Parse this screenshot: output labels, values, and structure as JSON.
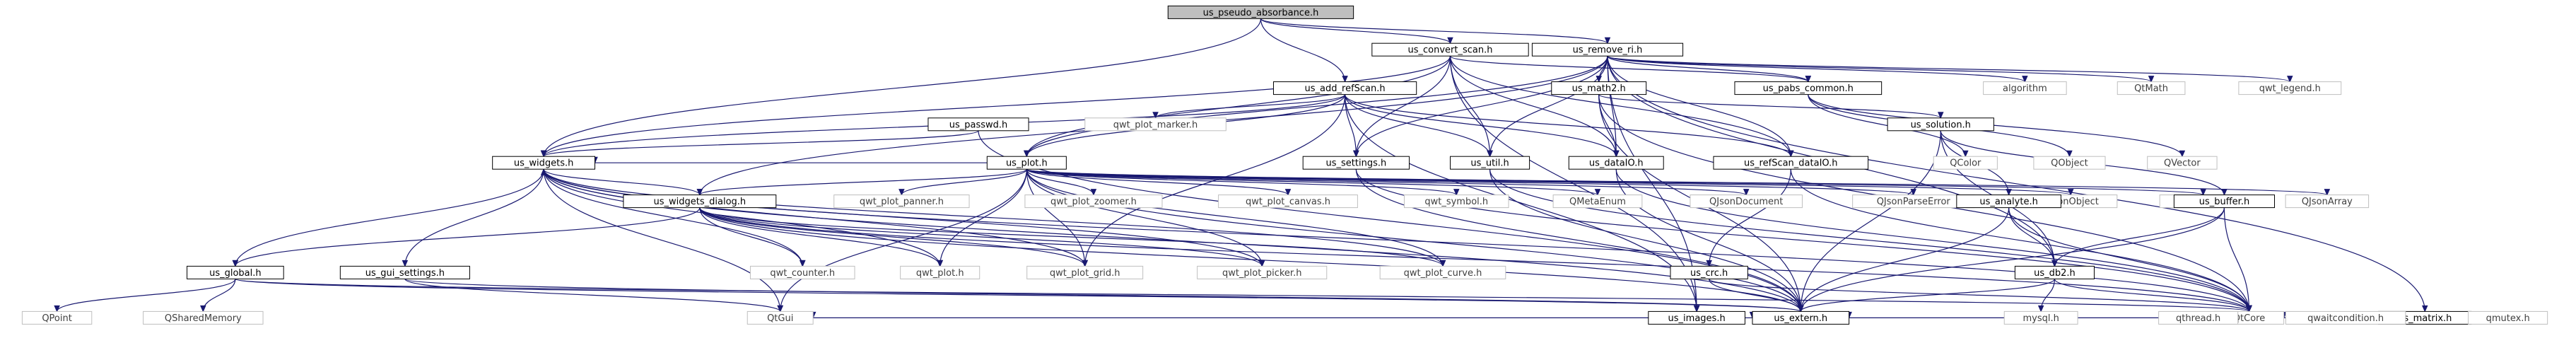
{
  "colors": {
    "root_fill": "#bfbfbf",
    "node_fill": "#ffffff",
    "node_border": "#000000",
    "external_border": "#bfbfbf",
    "external_text": "#404040",
    "edge": "#191970"
  },
  "nodes": [
    {
      "id": "root",
      "label": "us_pseudo_absorbance.h",
      "kind": "root"
    },
    {
      "id": "convert_scan",
      "label": "us_convert_scan.h",
      "kind": "local"
    },
    {
      "id": "remove_ri",
      "label": "us_remove_ri.h",
      "kind": "local"
    },
    {
      "id": "add_refscan",
      "label": "us_add_refScan.h",
      "kind": "local"
    },
    {
      "id": "math2",
      "label": "us_math2.h",
      "kind": "local"
    },
    {
      "id": "pabs_common",
      "label": "us_pabs_common.h",
      "kind": "local"
    },
    {
      "id": "algorithm",
      "label": "algorithm",
      "kind": "external"
    },
    {
      "id": "qtmath",
      "label": "QtMath",
      "kind": "external"
    },
    {
      "id": "qwt_legend",
      "label": "qwt_legend.h",
      "kind": "external"
    },
    {
      "id": "passwd",
      "label": "us_passwd.h",
      "kind": "local"
    },
    {
      "id": "qwt_plot_marker",
      "label": "qwt_plot_marker.h",
      "kind": "external"
    },
    {
      "id": "plot",
      "label": "us_plot.h",
      "kind": "local"
    },
    {
      "id": "settings",
      "label": "us_settings.h",
      "kind": "local"
    },
    {
      "id": "util",
      "label": "us_util.h",
      "kind": "local"
    },
    {
      "id": "dataio",
      "label": "us_dataIO.h",
      "kind": "local"
    },
    {
      "id": "refscan_dataio",
      "label": "us_refScan_dataIO.h",
      "kind": "local"
    },
    {
      "id": "solution",
      "label": "us_solution.h",
      "kind": "local"
    },
    {
      "id": "qcolor",
      "label": "QColor",
      "kind": "external"
    },
    {
      "id": "qobject",
      "label": "QObject",
      "kind": "external"
    },
    {
      "id": "qvector",
      "label": "QVector",
      "kind": "external"
    },
    {
      "id": "matrix",
      "label": "us_matrix.h",
      "kind": "local"
    },
    {
      "id": "widgets",
      "label": "us_widgets.h",
      "kind": "local"
    },
    {
      "id": "widgets_dialog",
      "label": "us_widgets_dialog.h",
      "kind": "local"
    },
    {
      "id": "qwt_plot_panner",
      "label": "qwt_plot_panner.h",
      "kind": "external"
    },
    {
      "id": "qwt_plot_zoomer",
      "label": "qwt_plot_zoomer.h",
      "kind": "external"
    },
    {
      "id": "qwt_plot_canvas",
      "label": "qwt_plot_canvas.h",
      "kind": "external"
    },
    {
      "id": "qwt_symbol",
      "label": "qwt_symbol.h",
      "kind": "external"
    },
    {
      "id": "qmetaenum",
      "label": "QMetaEnum",
      "kind": "external"
    },
    {
      "id": "qjsondocument",
      "label": "QJsonDocument",
      "kind": "external"
    },
    {
      "id": "qjsonparseerror",
      "label": "QJsonParseError",
      "kind": "external"
    },
    {
      "id": "qjsonobject",
      "label": "QJsonObject",
      "kind": "external"
    },
    {
      "id": "qjsonvalue",
      "label": "QJsonValue",
      "kind": "external"
    },
    {
      "id": "qjsonarray",
      "label": "QJsonArray",
      "kind": "external"
    },
    {
      "id": "analyte",
      "label": "us_analyte.h",
      "kind": "local"
    },
    {
      "id": "buffer",
      "label": "us_buffer.h",
      "kind": "local"
    },
    {
      "id": "global",
      "label": "us_global.h",
      "kind": "local"
    },
    {
      "id": "gui_settings",
      "label": "us_gui_settings.h",
      "kind": "local"
    },
    {
      "id": "qwt_counter",
      "label": "qwt_counter.h",
      "kind": "external"
    },
    {
      "id": "qwt_plot",
      "label": "qwt_plot.h",
      "kind": "external"
    },
    {
      "id": "qwt_plot_grid",
      "label": "qwt_plot_grid.h",
      "kind": "external"
    },
    {
      "id": "qwt_plot_picker",
      "label": "qwt_plot_picker.h",
      "kind": "external"
    },
    {
      "id": "qwt_plot_curve",
      "label": "qwt_plot_curve.h",
      "kind": "external"
    },
    {
      "id": "crc",
      "label": "us_crc.h",
      "kind": "local"
    },
    {
      "id": "images",
      "label": "us_images.h",
      "kind": "local"
    },
    {
      "id": "db2",
      "label": "us_db2.h",
      "kind": "local"
    },
    {
      "id": "qpoint",
      "label": "QPoint",
      "kind": "external"
    },
    {
      "id": "qsharedmemory",
      "label": "QSharedMemory",
      "kind": "external"
    },
    {
      "id": "qtgui",
      "label": "QtGui",
      "kind": "external"
    },
    {
      "id": "extern",
      "label": "us_extern.h",
      "kind": "local"
    },
    {
      "id": "qtcore",
      "label": "QtCore",
      "kind": "external"
    },
    {
      "id": "mysql",
      "label": "mysql.h",
      "kind": "external"
    },
    {
      "id": "qthread",
      "label": "qthread.h",
      "kind": "external"
    },
    {
      "id": "qwaitcondition",
      "label": "qwaitcondition.h",
      "kind": "external"
    },
    {
      "id": "qmutex",
      "label": "qmutex.h",
      "kind": "external"
    }
  ],
  "edges": [
    [
      "root",
      "convert_scan"
    ],
    [
      "root",
      "remove_ri"
    ],
    [
      "root",
      "add_refscan"
    ],
    [
      "root",
      "widgets"
    ],
    [
      "convert_scan",
      "plot"
    ],
    [
      "convert_scan",
      "settings"
    ],
    [
      "convert_scan",
      "util"
    ],
    [
      "convert_scan",
      "dataio"
    ],
    [
      "convert_scan",
      "refscan_dataio"
    ],
    [
      "convert_scan",
      "pabs_common"
    ],
    [
      "convert_scan",
      "images"
    ],
    [
      "convert_scan",
      "widgets"
    ],
    [
      "remove_ri",
      "math2"
    ],
    [
      "remove_ri",
      "pabs_common"
    ],
    [
      "remove_ri",
      "algorithm"
    ],
    [
      "remove_ri",
      "qtmath"
    ],
    [
      "remove_ri",
      "qwt_legend"
    ],
    [
      "remove_ri",
      "plot"
    ],
    [
      "remove_ri",
      "util"
    ],
    [
      "remove_ri",
      "dataio"
    ],
    [
      "remove_ri",
      "refscan_dataio"
    ],
    [
      "remove_ri",
      "settings"
    ],
    [
      "remove_ri",
      "images"
    ],
    [
      "remove_ri",
      "matrix"
    ],
    [
      "remove_ri",
      "widgets_dialog"
    ],
    [
      "remove_ri",
      "db2"
    ],
    [
      "add_refscan",
      "plot"
    ],
    [
      "add_refscan",
      "settings"
    ],
    [
      "add_refscan",
      "util"
    ],
    [
      "add_refscan",
      "dataio"
    ],
    [
      "add_refscan",
      "refscan_dataio"
    ],
    [
      "add_refscan",
      "images"
    ],
    [
      "add_refscan",
      "qwt_plot_marker"
    ],
    [
      "add_refscan",
      "widgets"
    ],
    [
      "add_refscan",
      "qwt_plot_grid"
    ],
    [
      "math2",
      "dataio"
    ],
    [
      "math2",
      "solution"
    ],
    [
      "math2",
      "extern"
    ],
    [
      "math2",
      "qtcore"
    ],
    [
      "pabs_common",
      "qcolor"
    ],
    [
      "pabs_common",
      "qobject"
    ],
    [
      "pabs_common",
      "qvector"
    ],
    [
      "passwd",
      "widgets"
    ],
    [
      "passwd",
      "extern"
    ],
    [
      "plot",
      "widgets"
    ],
    [
      "plot",
      "widgets_dialog"
    ],
    [
      "plot",
      "qwt_plot_panner"
    ],
    [
      "plot",
      "qwt_plot_zoomer"
    ],
    [
      "plot",
      "qwt_plot_canvas"
    ],
    [
      "plot",
      "qwt_symbol"
    ],
    [
      "plot",
      "qmetaenum"
    ],
    [
      "plot",
      "qjsondocument"
    ],
    [
      "plot",
      "qjsonparseerror"
    ],
    [
      "plot",
      "qjsonobject"
    ],
    [
      "plot",
      "qjsonvalue"
    ],
    [
      "plot",
      "qjsonarray"
    ],
    [
      "plot",
      "qwt_plot"
    ],
    [
      "plot",
      "qwt_plot_grid"
    ],
    [
      "plot",
      "qwt_plot_picker"
    ],
    [
      "plot",
      "qwt_plot_curve"
    ],
    [
      "plot",
      "extern"
    ],
    [
      "plot",
      "qtgui"
    ],
    [
      "settings",
      "extern"
    ],
    [
      "settings",
      "qtcore"
    ],
    [
      "util",
      "extern"
    ],
    [
      "util",
      "qtcore"
    ],
    [
      "dataio",
      "extern"
    ],
    [
      "dataio",
      "qtcore"
    ],
    [
      "refscan_dataio",
      "qtcore"
    ],
    [
      "refscan_dataio",
      "crc"
    ],
    [
      "solution",
      "analyte"
    ],
    [
      "solution",
      "buffer"
    ],
    [
      "solution",
      "db2"
    ],
    [
      "solution",
      "extern"
    ],
    [
      "analyte",
      "db2"
    ],
    [
      "analyte",
      "extern"
    ],
    [
      "analyte",
      "qtcore"
    ],
    [
      "buffer",
      "db2"
    ],
    [
      "buffer",
      "extern"
    ],
    [
      "buffer",
      "qtcore"
    ],
    [
      "widgets",
      "global"
    ],
    [
      "widgets",
      "gui_settings"
    ],
    [
      "widgets",
      "qwt_counter"
    ],
    [
      "widgets",
      "qwt_plot"
    ],
    [
      "widgets",
      "qwt_plot_grid"
    ],
    [
      "widgets",
      "qwt_plot_picker"
    ],
    [
      "widgets",
      "qwt_plot_curve"
    ],
    [
      "widgets",
      "extern"
    ],
    [
      "widgets",
      "qtgui"
    ],
    [
      "widgets",
      "qtcore"
    ],
    [
      "widgets_dialog",
      "widgets"
    ],
    [
      "widgets_dialog",
      "qwt_counter"
    ],
    [
      "widgets_dialog",
      "qwt_plot"
    ],
    [
      "widgets_dialog",
      "qwt_plot_grid"
    ],
    [
      "widgets_dialog",
      "qwt_plot_picker"
    ],
    [
      "widgets_dialog",
      "qwt_plot_curve"
    ],
    [
      "widgets_dialog",
      "global"
    ],
    [
      "widgets_dialog",
      "extern"
    ],
    [
      "widgets_dialog",
      "qtcore"
    ],
    [
      "global",
      "qpoint"
    ],
    [
      "global",
      "qsharedmemory"
    ],
    [
      "global",
      "extern"
    ],
    [
      "global",
      "qtcore"
    ],
    [
      "gui_settings",
      "qtgui"
    ],
    [
      "gui_settings",
      "extern"
    ],
    [
      "crc",
      "extern"
    ],
    [
      "crc",
      "qtcore"
    ],
    [
      "images",
      "qtgui"
    ],
    [
      "images",
      "extern"
    ],
    [
      "db2",
      "extern"
    ],
    [
      "db2",
      "qtcore"
    ],
    [
      "db2",
      "mysql"
    ],
    [
      "matrix",
      "extern"
    ],
    [
      "matrix",
      "qtcore"
    ],
    [
      "matrix",
      "qthread"
    ],
    [
      "matrix",
      "qwaitcondition"
    ],
    [
      "matrix",
      "qmutex"
    ]
  ]
}
